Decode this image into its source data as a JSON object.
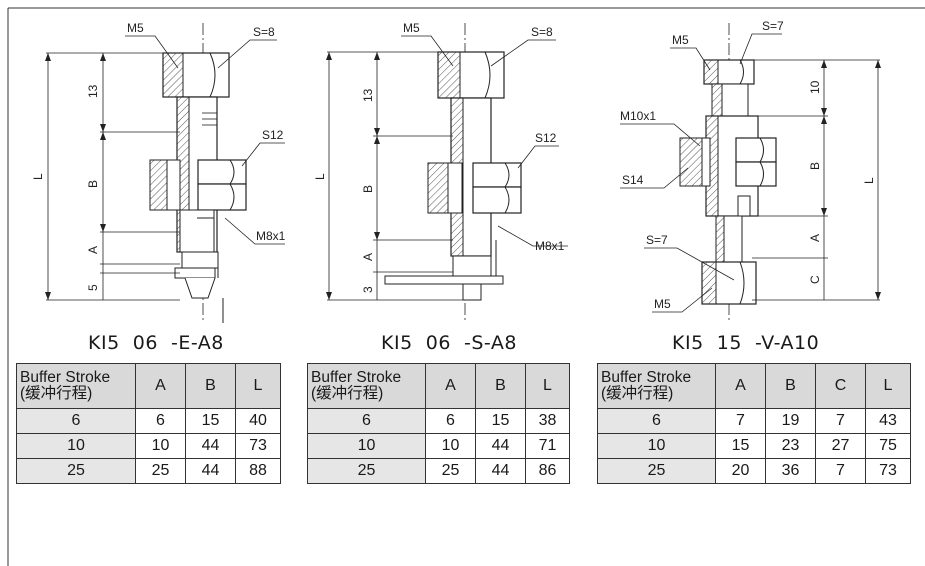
{
  "drawings": [
    {
      "id": "e",
      "caption": "KI5  06  -E-A8",
      "labels": {
        "m5": "M5",
        "hex_top": "S=8",
        "hex_mid": "S12",
        "thread": "M8x1"
      },
      "dims": {
        "top": "13",
        "b": "B",
        "a": "A",
        "bottom": "5",
        "l": "L"
      }
    },
    {
      "id": "s",
      "caption": "KI5  06  -S-A8",
      "labels": {
        "m5": "M5",
        "hex_top": "S=8",
        "hex_mid": "S12",
        "thread": "M8x1"
      },
      "dims": {
        "top": "13",
        "b": "B",
        "a": "A",
        "bottom": "3",
        "l": "L"
      }
    },
    {
      "id": "v",
      "caption": "KI5  15  -V-A10",
      "labels": {
        "m5_top": "M5",
        "hex_top": "S=7",
        "thread": "M10x1",
        "hex_mid": "S14",
        "hex_low": "S=7",
        "m5_bottom": "M5"
      },
      "dims": {
        "top": "10",
        "b": "B",
        "a": "A",
        "c": "C",
        "l": "L"
      }
    }
  ],
  "tables": [
    {
      "header": {
        "stroke_en": "Buffer Stroke",
        "stroke_cn": "(缓冲行程)",
        "cols": [
          "A",
          "B",
          "L"
        ]
      },
      "rows": [
        {
          "stroke": "6",
          "vals": [
            "6",
            "15",
            "40"
          ]
        },
        {
          "stroke": "10",
          "vals": [
            "10",
            "44",
            "73"
          ]
        },
        {
          "stroke": "25",
          "vals": [
            "25",
            "44",
            "88"
          ]
        }
      ]
    },
    {
      "header": {
        "stroke_en": "Buffer Stroke",
        "stroke_cn": "(缓冲行程)",
        "cols": [
          "A",
          "B",
          "L"
        ]
      },
      "rows": [
        {
          "stroke": "6",
          "vals": [
            "6",
            "15",
            "38"
          ]
        },
        {
          "stroke": "10",
          "vals": [
            "10",
            "44",
            "71"
          ]
        },
        {
          "stroke": "25",
          "vals": [
            "25",
            "44",
            "86"
          ]
        }
      ]
    },
    {
      "header": {
        "stroke_en": "Buffer Stroke",
        "stroke_cn": "(缓冲行程)",
        "cols": [
          "A",
          "B",
          "C",
          "L"
        ]
      },
      "rows": [
        {
          "stroke": "6",
          "vals": [
            "7",
            "19",
            "7",
            "43"
          ]
        },
        {
          "stroke": "10",
          "vals": [
            "15",
            "23",
            "27",
            "75"
          ]
        },
        {
          "stroke": "25",
          "vals": [
            "20",
            "36",
            "7",
            "73"
          ]
        }
      ]
    }
  ],
  "colors": {
    "line": "#222222",
    "header_bg": "#d9d9d9",
    "stroke_bg": "#e6e6e6",
    "hatch": "#555555"
  }
}
